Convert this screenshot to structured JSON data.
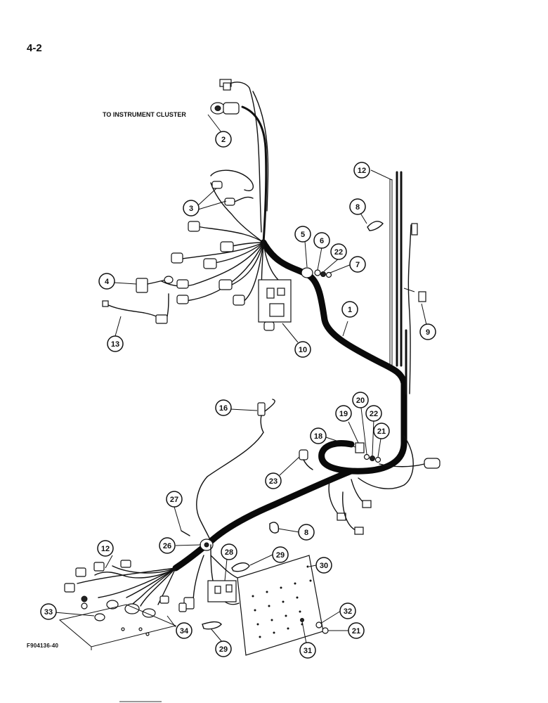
{
  "page": {
    "number": "4-2",
    "figure_code": "F904136-40"
  },
  "annotation": {
    "instrument_cluster": "TO INSTRUMENT CLUSTER"
  },
  "callouts": [
    {
      "id": "c1",
      "label": "1"
    },
    {
      "id": "c2",
      "label": "2"
    },
    {
      "id": "c3",
      "label": "3"
    },
    {
      "id": "c4",
      "label": "4"
    },
    {
      "id": "c5",
      "label": "5"
    },
    {
      "id": "c6",
      "label": "6"
    },
    {
      "id": "c7",
      "label": "7"
    },
    {
      "id": "c8a",
      "label": "8"
    },
    {
      "id": "c8b",
      "label": "8"
    },
    {
      "id": "c9",
      "label": "9"
    },
    {
      "id": "c10",
      "label": "10"
    },
    {
      "id": "c12a",
      "label": "12"
    },
    {
      "id": "c12b",
      "label": "12"
    },
    {
      "id": "c13",
      "label": "13"
    },
    {
      "id": "c16",
      "label": "16"
    },
    {
      "id": "c18",
      "label": "18"
    },
    {
      "id": "c19",
      "label": "19"
    },
    {
      "id": "c20",
      "label": "20"
    },
    {
      "id": "c21a",
      "label": "21"
    },
    {
      "id": "c21b",
      "label": "21"
    },
    {
      "id": "c22a",
      "label": "22"
    },
    {
      "id": "c22b",
      "label": "22"
    },
    {
      "id": "c23",
      "label": "23"
    },
    {
      "id": "c26",
      "label": "26"
    },
    {
      "id": "c27",
      "label": "27"
    },
    {
      "id": "c28",
      "label": "28"
    },
    {
      "id": "c29a",
      "label": "29"
    },
    {
      "id": "c29b",
      "label": "29"
    },
    {
      "id": "c30",
      "label": "30"
    },
    {
      "id": "c31",
      "label": "31"
    },
    {
      "id": "c32",
      "label": "32"
    },
    {
      "id": "c33",
      "label": "33"
    },
    {
      "id": "c34",
      "label": "34"
    }
  ]
}
